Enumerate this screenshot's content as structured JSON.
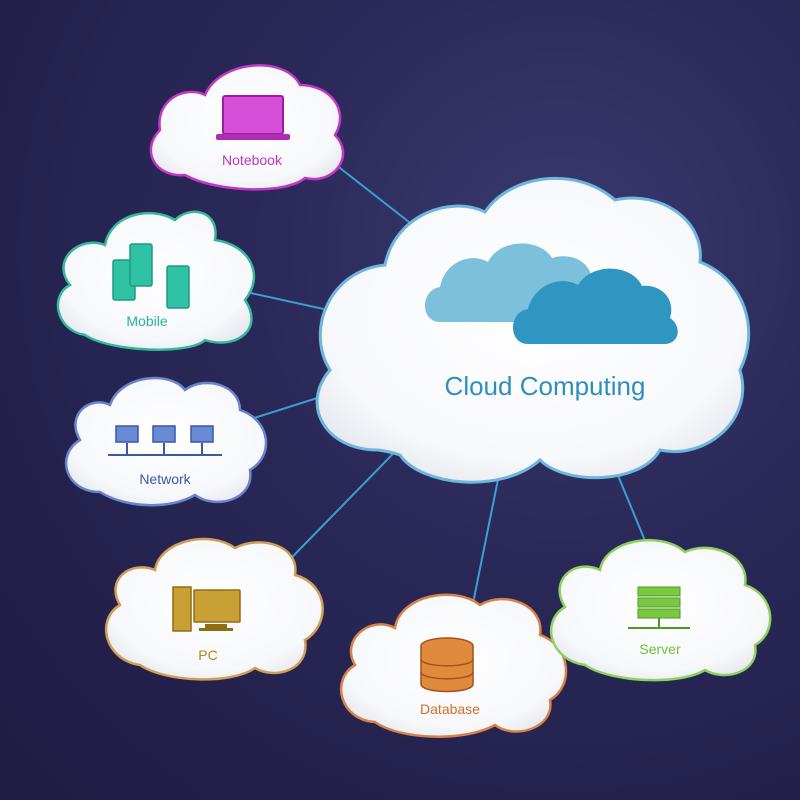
{
  "center": {
    "label": "Cloud Computing",
    "label_color": "#2e8fbf",
    "icon": "cloud-icon"
  },
  "nodes": [
    {
      "id": "notebook",
      "label": "Notebook",
      "color": "#c233c4",
      "icon": "laptop-icon"
    },
    {
      "id": "mobile",
      "label": "Mobile",
      "color": "#25b596",
      "icon": "smartphone-icon"
    },
    {
      "id": "network",
      "label": "Network",
      "color": "#3b57a8",
      "icon": "network-icon"
    },
    {
      "id": "pc",
      "label": "PC",
      "color": "#b08a18",
      "icon": "desktop-computer-icon"
    },
    {
      "id": "database",
      "label": "Database",
      "color": "#d0702a",
      "icon": "database-icon"
    },
    {
      "id": "server",
      "label": "Server",
      "color": "#6cbf3a",
      "icon": "server-icon"
    }
  ],
  "connector_color": "#3aa0d0",
  "cloud_fill": "#ffffff"
}
